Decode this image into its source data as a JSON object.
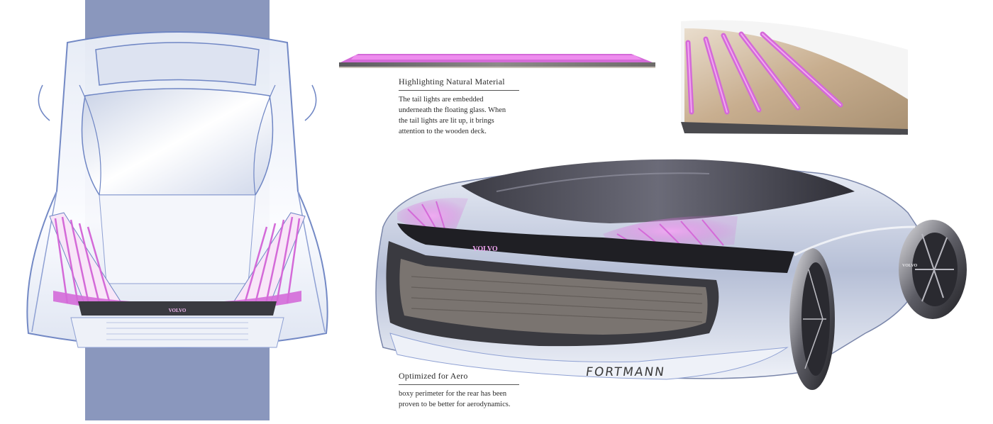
{
  "captions": {
    "material": {
      "title": "Highlighting Natural Material",
      "body_lines": [
        "The tail lights are embedded",
        "underneath the floating glass. When",
        "the tail lights are lit up, it brings",
        "attention to the wooden deck."
      ]
    },
    "aero": {
      "title": "Optimized for Aero",
      "body_lines": [
        "boxy perimeter for the rear has been",
        "proven to be better for aerodynamics."
      ]
    }
  },
  "badges": {
    "top_view": "VOLVO",
    "rear_view": "VOLVO",
    "wheel_hub": "VOLVO"
  },
  "signature": "FORTMANN",
  "colors": {
    "backdrop_band": "#8a97bd",
    "sketch_line": "#6f86c4",
    "tail_light": "#d46ad8",
    "tail_glow": "#ee8cee",
    "body_dark": "#3a3a40",
    "wood": "#c8ae8f"
  }
}
